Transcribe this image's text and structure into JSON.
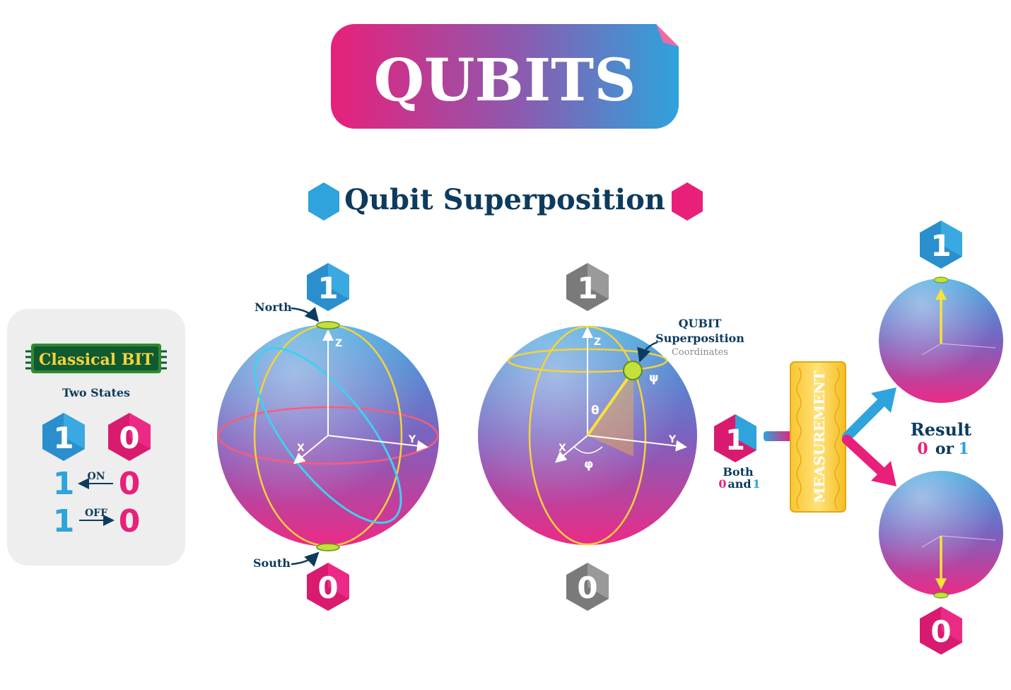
{
  "title": "QUBITS",
  "subtitle": "Qubit Superposition",
  "classical": {
    "badge": "Classical BIT",
    "two_states": "Two States",
    "bit_one": "1",
    "bit_zero": "0",
    "on_label": "ON",
    "off_label": "OFF",
    "row_one": "1",
    "row_zero": "0"
  },
  "sphere1": {
    "top_state": "1",
    "bottom_state": "0",
    "north": "North",
    "south": "South",
    "axis_z": "Z",
    "axis_x": "X",
    "axis_y": "Y"
  },
  "sphere2": {
    "top_state": "1",
    "bottom_state": "0",
    "callout_line1": "QUBIT",
    "callout_line2": "Superposition",
    "callout_line3": "Coordinates",
    "psi": "ψ",
    "theta": "θ",
    "phi": "φ",
    "axis_z": "Z",
    "axis_x": "X",
    "axis_y": "Y"
  },
  "measurement": {
    "both_label": "Both",
    "zero": "0",
    "and_word": "and",
    "one": "1",
    "device_label": "MEASUREMENT"
  },
  "result": {
    "label": "Result",
    "zero": "0",
    "or_word": "or",
    "one": "1",
    "top_state": "1",
    "bottom_state": "0"
  },
  "colors": {
    "pink": "#e8207a",
    "blue": "#2ea3dc",
    "navy": "#0c3b5e",
    "yellow": "#f7d23a",
    "gray": "#8a8a8a"
  }
}
